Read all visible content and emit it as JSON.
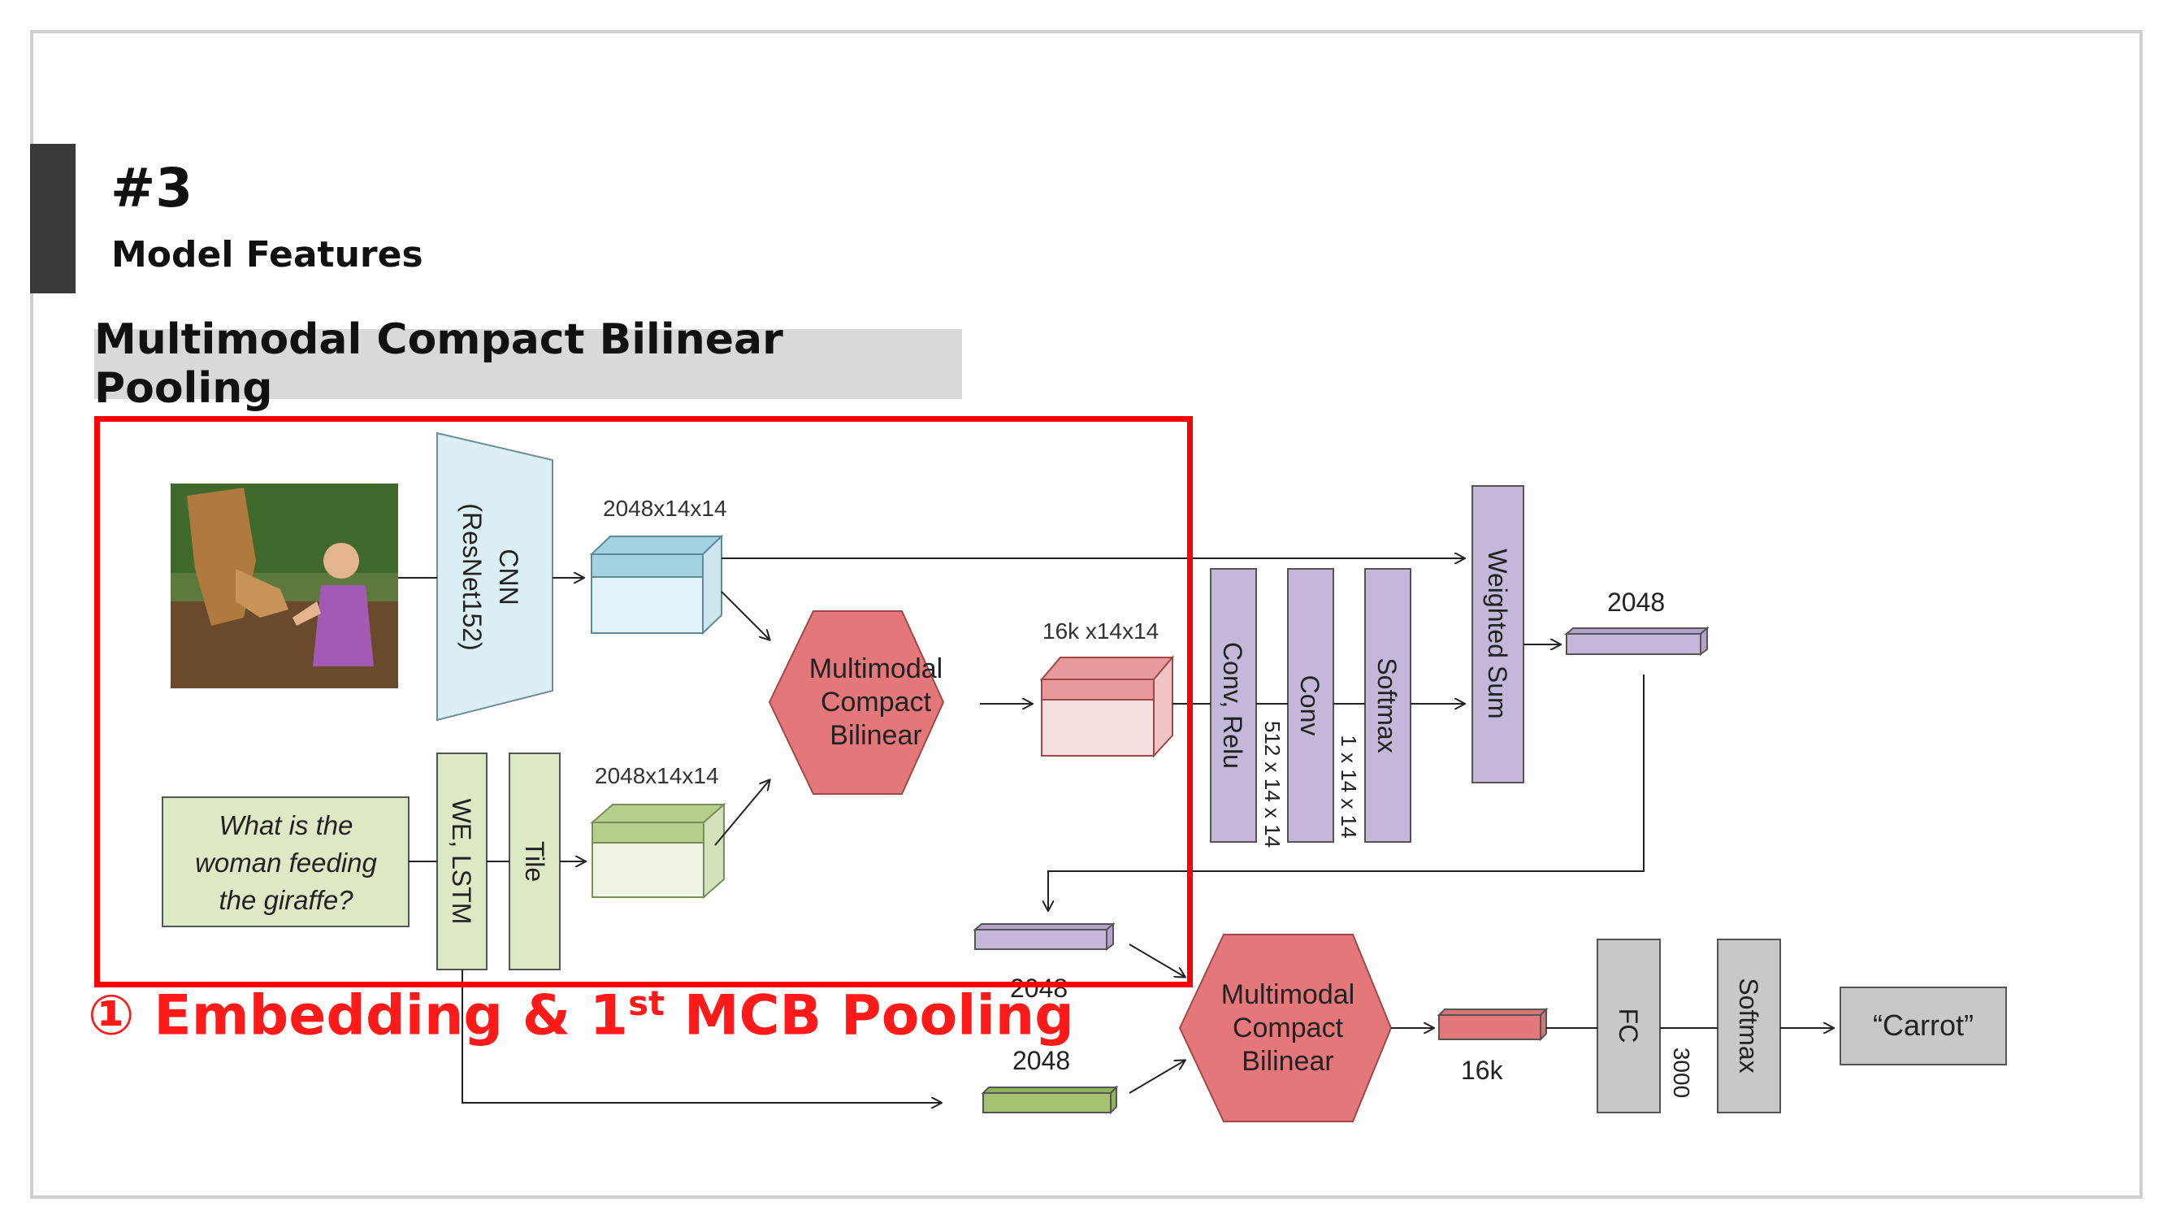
{
  "slide": {
    "number": "#3",
    "subtitle": "Model Features",
    "banner": "Multimodal Compact Bilinear Pooling",
    "step_prefix": "① Embedding & 1",
    "step_sup": "st",
    "step_suffix": " MCB Pooling"
  },
  "diagram": {
    "cnn_label_1": "CNN",
    "cnn_label_2": "(ResNet152)",
    "img_feat_dim": "2048x14x14",
    "txt_feat_dim": "2048x14x14",
    "mcb_1": [
      "Multimodal",
      "Compact",
      "Bilinear"
    ],
    "mcb_1_dim": "16k x14x14",
    "question": [
      "What is the",
      "woman feeding",
      "the giraffe?"
    ],
    "we_lstm": "WE, LSTM",
    "tile": "Tile",
    "conv_relu": "Conv, Relu",
    "conv_relu_dim": "512 x 14 x 14",
    "conv": "Conv",
    "conv_dim": "1 x 14 x 14",
    "softmax_1": "Softmax",
    "weighted_sum": "Weighted Sum",
    "attended_dim": "2048",
    "purple_vec_dim": "2048",
    "green_vec_dim": "2048",
    "mcb_2": [
      "Multimodal",
      "Compact",
      "Bilinear"
    ],
    "mcb_2_dim": "16k",
    "fc": "FC",
    "fc_dim": "3000",
    "softmax_2": "Softmax",
    "answer": "“Carrot”"
  },
  "colors": {
    "focus_border": "#ff0000",
    "step_text": "#ff1a1a",
    "cnn_fill": "#dbeef4",
    "cube_blue": "#a3d3e1",
    "cube_pink": "#e8999b",
    "cube_green": "#b7cf8d",
    "purple": "#c5b7d9",
    "mcb_fill": "#e4777a",
    "gray_box": "#c8c8c8"
  }
}
